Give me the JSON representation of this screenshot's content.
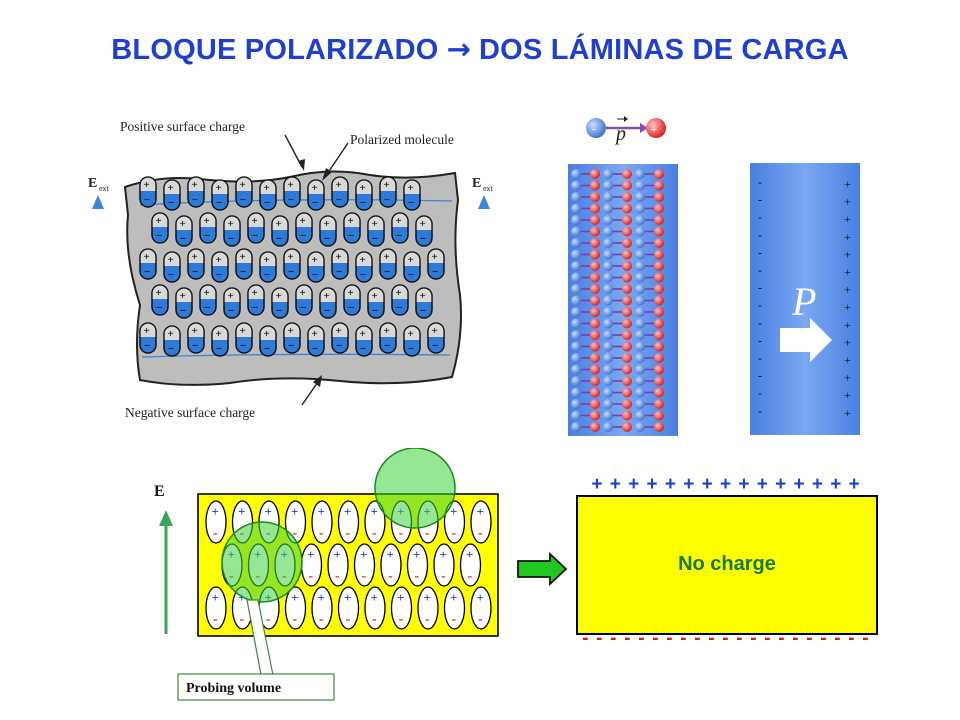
{
  "title": {
    "left": "BLOQUE POLARIZADO",
    "arrow": "→",
    "right": "DOS LÁMINAS DE CARGA"
  },
  "figure_top_left": {
    "label_positive": "Positive surface charge",
    "label_molecule": "Polarized molecule",
    "label_negative": "Negative surface charge",
    "field_label_main": "E",
    "field_label_sub": "ext",
    "plus": "+",
    "minus": "−"
  },
  "figure_top_middle": {
    "dipole_label": "p",
    "minus": "-",
    "plus": "+"
  },
  "figure_top_right": {
    "polarization_label": "P",
    "minus": "-",
    "plus": "+"
  },
  "figure_bottom_left": {
    "field_label": "E",
    "probe_label": "Probing volume",
    "plus": "+",
    "minus": "-"
  },
  "figure_bottom_right": {
    "center_label": "No charge",
    "top_charges": "+ + + + + + + + + + + + + + +",
    "bottom_charges": "- - - - - - - - - - - - - - - - - - - - -"
  },
  "colors": {
    "title": "#1f3fd0",
    "slab_yellow": "#ffff00",
    "probe_green": "#3ed23e",
    "ellipse_blue": "#4f8fe0",
    "plus_blue": "#1a3fd8",
    "minus_red": "#d8201a",
    "panel_blue": "#5b8de8"
  }
}
